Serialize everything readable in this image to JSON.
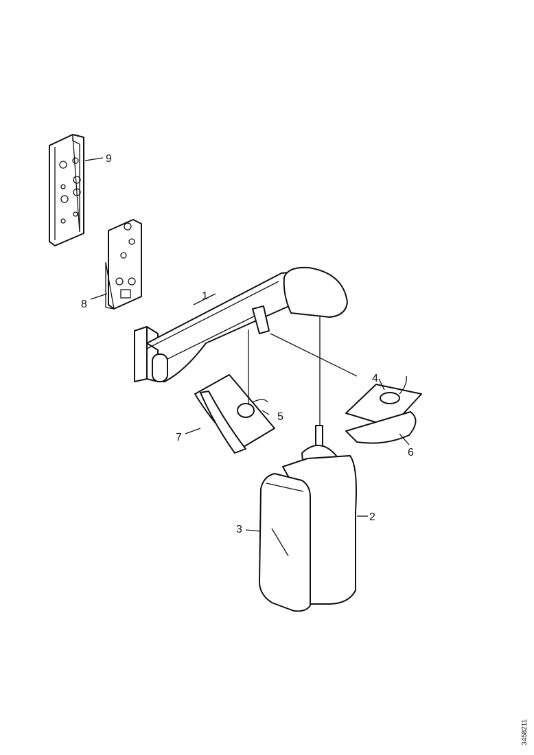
{
  "diagram": {
    "callouts": {
      "p1": "1",
      "p2": "2",
      "p3": "3",
      "p4": "4",
      "p5": "5",
      "p6": "6",
      "p7": "7",
      "p8": "8",
      "p9": "9"
    },
    "drawing_code": "3458211"
  }
}
